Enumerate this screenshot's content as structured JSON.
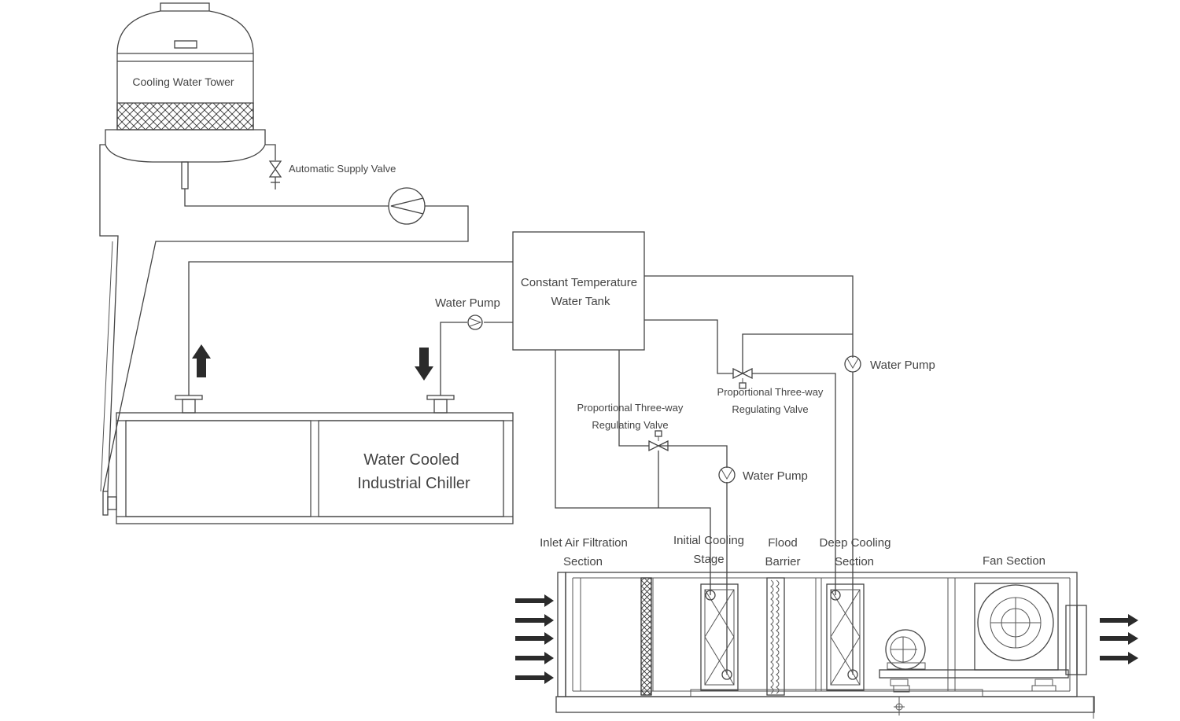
{
  "labels": {
    "cooling_tower": "Cooling Water Tower",
    "supply_valve": "Automatic Supply Valve",
    "tank_line1": "Constant Temperature",
    "tank_line2": "Water Tank",
    "pump_tank": "Water Pump",
    "pump_right": "Water Pump",
    "pump_mid": "Water Pump",
    "valve_left_line1": "Proportional Three-way",
    "valve_left_line2": "Regulating Valve",
    "valve_right_line1": "Proportional Three-way",
    "valve_right_line2": "Regulating Valve",
    "chiller_line1": "Water Cooled",
    "chiller_line2": "Industrial Chiller",
    "filtration_line1": "Inlet Air Filtration",
    "filtration_line2": "Section",
    "initial_line1": "Initial Cooling",
    "initial_line2": "Stage",
    "flood_line1": "Flood",
    "flood_line2": "Barrier",
    "deep_line1": "Deep Cooling",
    "deep_line2": "Section",
    "fan": "Fan Section"
  },
  "colors": {
    "line": "#444444",
    "text": "#444444",
    "arrow": "#2b2b2b",
    "background": "#ffffff"
  }
}
